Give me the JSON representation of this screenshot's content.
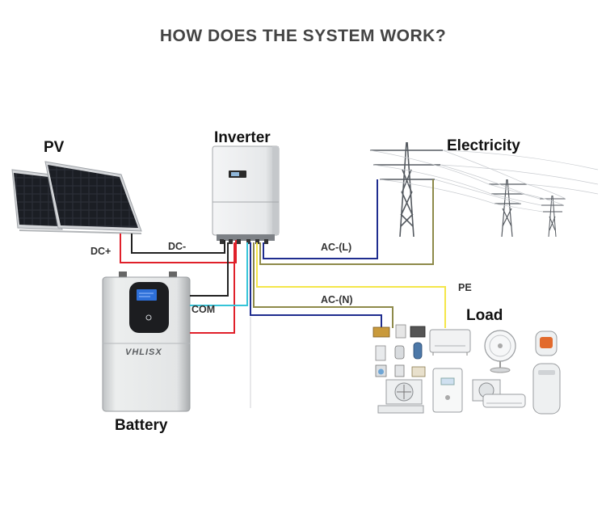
{
  "title": "HOW DOES THE SYSTEM WORK?",
  "components": {
    "pv": "PV",
    "inverter": "Inverter",
    "electricity": "Electricity",
    "battery": "Battery",
    "load": "Load",
    "battery_brand": "VHLISX"
  },
  "wires": {
    "dc_plus": "DC+",
    "dc_minus": "DC-",
    "com": "COM",
    "ac_l": "AC-(L)",
    "ac_n": "AC-(N)",
    "pe": "PE"
  },
  "colors": {
    "red_wire": "#e0202a",
    "black_wire": "#222222",
    "blue_wire": "#1f2d8f",
    "olive_wire": "#8e8a4a",
    "yellow_wire": "#f4e64a",
    "cyan_wire": "#35c4d8",
    "battery_screen": "#2d6fd8"
  }
}
